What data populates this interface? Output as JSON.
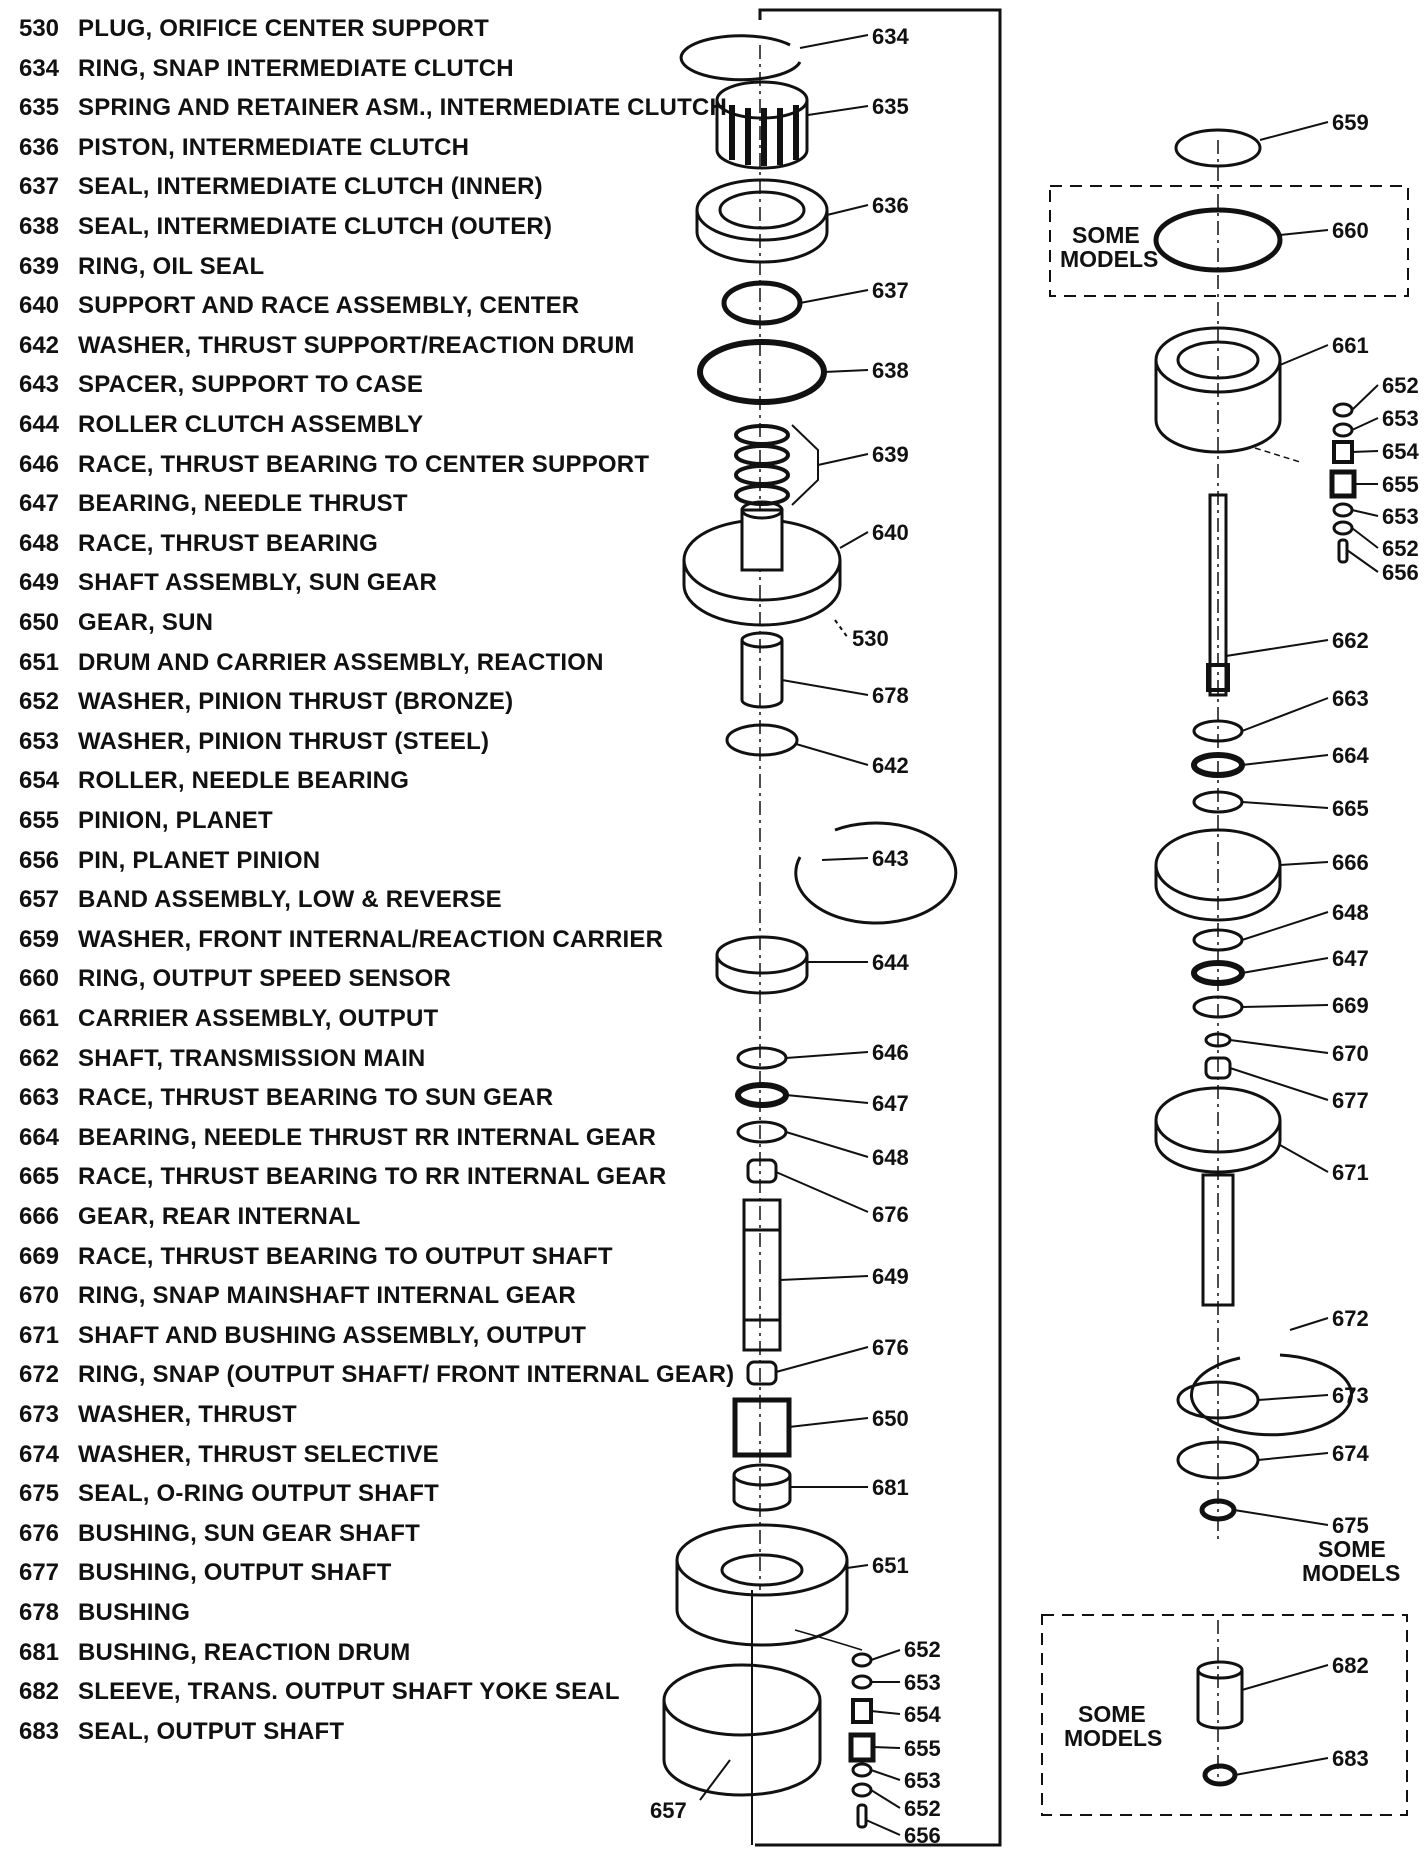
{
  "parts": [
    {
      "num": "530",
      "desc": "PLUG, ORIFICE CENTER SUPPORT"
    },
    {
      "num": "634",
      "desc": "RING, SNAP INTERMEDIATE CLUTCH"
    },
    {
      "num": "635",
      "desc": "SPRING AND RETAINER ASM., INTERMEDIATE CLUTCH"
    },
    {
      "num": "636",
      "desc": "PISTON, INTERMEDIATE CLUTCH"
    },
    {
      "num": "637",
      "desc": "SEAL, INTERMEDIATE CLUTCH (INNER)"
    },
    {
      "num": "638",
      "desc": "SEAL, INTERMEDIATE CLUTCH (OUTER)"
    },
    {
      "num": "639",
      "desc": "RING, OIL SEAL"
    },
    {
      "num": "640",
      "desc": "SUPPORT AND RACE ASSEMBLY, CENTER"
    },
    {
      "num": "642",
      "desc": "WASHER, THRUST SUPPORT/REACTION DRUM"
    },
    {
      "num": "643",
      "desc": "SPACER, SUPPORT TO CASE"
    },
    {
      "num": "644",
      "desc": "ROLLER CLUTCH ASSEMBLY"
    },
    {
      "num": "646",
      "desc": "RACE, THRUST BEARING TO CENTER SUPPORT"
    },
    {
      "num": "647",
      "desc": "BEARING, NEEDLE THRUST"
    },
    {
      "num": "648",
      "desc": "RACE, THRUST BEARING"
    },
    {
      "num": "649",
      "desc": "SHAFT ASSEMBLY, SUN GEAR"
    },
    {
      "num": "650",
      "desc": "GEAR, SUN"
    },
    {
      "num": "651",
      "desc": "DRUM AND CARRIER ASSEMBLY, REACTION"
    },
    {
      "num": "652",
      "desc": "WASHER, PINION THRUST (BRONZE)"
    },
    {
      "num": "653",
      "desc": "WASHER, PINION THRUST (STEEL)"
    },
    {
      "num": "654",
      "desc": "ROLLER, NEEDLE BEARING"
    },
    {
      "num": "655",
      "desc": "PINION, PLANET"
    },
    {
      "num": "656",
      "desc": "PIN, PLANET PINION"
    },
    {
      "num": "657",
      "desc": "BAND ASSEMBLY, LOW & REVERSE"
    },
    {
      "num": "659",
      "desc": "WASHER, FRONT INTERNAL/REACTION CARRIER"
    },
    {
      "num": "660",
      "desc": "RING, OUTPUT SPEED SENSOR"
    },
    {
      "num": "661",
      "desc": "CARRIER ASSEMBLY, OUTPUT"
    },
    {
      "num": "662",
      "desc": "SHAFT, TRANSMISSION MAIN"
    },
    {
      "num": "663",
      "desc": "RACE, THRUST BEARING TO SUN GEAR"
    },
    {
      "num": "664",
      "desc": "BEARING, NEEDLE THRUST RR INTERNAL GEAR"
    },
    {
      "num": "665",
      "desc": "RACE, THRUST BEARING TO RR INTERNAL GEAR"
    },
    {
      "num": "666",
      "desc": "GEAR, REAR INTERNAL"
    },
    {
      "num": "669",
      "desc": "RACE, THRUST BEARING TO OUTPUT SHAFT"
    },
    {
      "num": "670",
      "desc": "RING, SNAP MAINSHAFT INTERNAL GEAR"
    },
    {
      "num": "671",
      "desc": "SHAFT AND BUSHING ASSEMBLY, OUTPUT"
    },
    {
      "num": "672",
      "desc": "RING, SNAP (OUTPUT SHAFT/ FRONT INTERNAL GEAR)"
    },
    {
      "num": "673",
      "desc": "WASHER, THRUST"
    },
    {
      "num": "674",
      "desc": "WASHER, THRUST SELECTIVE"
    },
    {
      "num": "675",
      "desc": "SEAL, O-RING OUTPUT SHAFT"
    },
    {
      "num": "676",
      "desc": "BUSHING, SUN GEAR SHAFT"
    },
    {
      "num": "677",
      "desc": "BUSHING, OUTPUT SHAFT"
    },
    {
      "num": "678",
      "desc": "BUSHING"
    },
    {
      "num": "681",
      "desc": "BUSHING, REACTION DRUM"
    },
    {
      "num": "682",
      "desc": "SLEEVE, TRANS. OUTPUT SHAFT YOKE SEAL"
    },
    {
      "num": "683",
      "desc": "SEAL, OUTPUT SHAFT"
    }
  ],
  "notes": {
    "some": "SOME",
    "models": "MODELS"
  },
  "callouts": {
    "c634": "634",
    "c635": "635",
    "c636": "636",
    "c637": "637",
    "c638": "638",
    "c639": "639",
    "c640": "640",
    "c530": "530",
    "c678": "678",
    "c642": "642",
    "c643": "643",
    "c644": "644",
    "c646": "646",
    "c647": "647",
    "c648": "648",
    "c676a": "676",
    "c649": "649",
    "c676b": "676",
    "c650": "650",
    "c681": "681",
    "c651": "651",
    "c652a": "652",
    "c653a": "653",
    "c654a": "654",
    "c655a": "655",
    "c653b": "653",
    "c652b": "652",
    "c656a": "656",
    "c657": "657",
    "c659": "659",
    "c660": "660",
    "c661": "661",
    "c652c": "652",
    "c653c": "653",
    "c654b": "654",
    "c655b": "655",
    "c653d": "653",
    "c652d": "652",
    "c656b": "656",
    "c662": "662",
    "c663": "663",
    "c664": "664",
    "c665": "665",
    "c666": "666",
    "c648b": "648",
    "c647b": "647",
    "c669": "669",
    "c670": "670",
    "c677": "677",
    "c671": "671",
    "c672": "672",
    "c673": "673",
    "c674": "674",
    "c675": "675",
    "c682": "682",
    "c683": "683"
  }
}
